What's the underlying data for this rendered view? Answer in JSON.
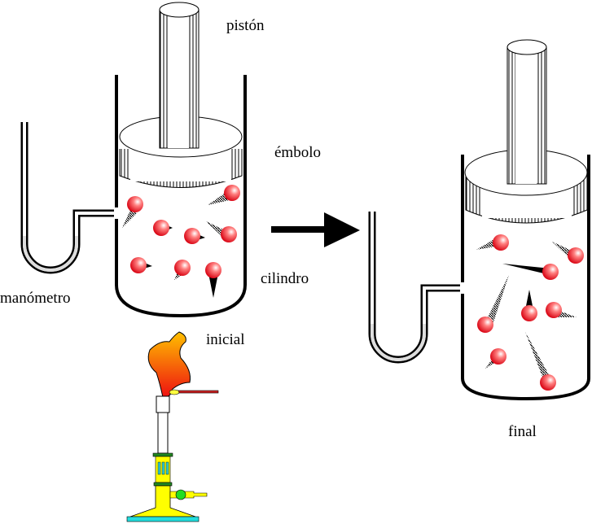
{
  "labels": {
    "piston": "pistón",
    "embolo": "émbolo",
    "cilindro": "cilindro",
    "manometro": "manómetro",
    "inicial": "inicial",
    "final": "final"
  },
  "colors": {
    "particle": "#e8101a",
    "flame_top": "#ffb000",
    "flame_bottom": "#ee1010",
    "burner_body": "#ffff00",
    "burner_base": "#22dddd",
    "burner_rings": "#228822",
    "gas_valve": "#22dd22",
    "match": "#cc2222",
    "manometer_fluid": "#dddddd"
  },
  "states": [
    {
      "name": "initial",
      "particle_count": 8
    },
    {
      "name": "final",
      "particle_count": 8
    }
  ]
}
